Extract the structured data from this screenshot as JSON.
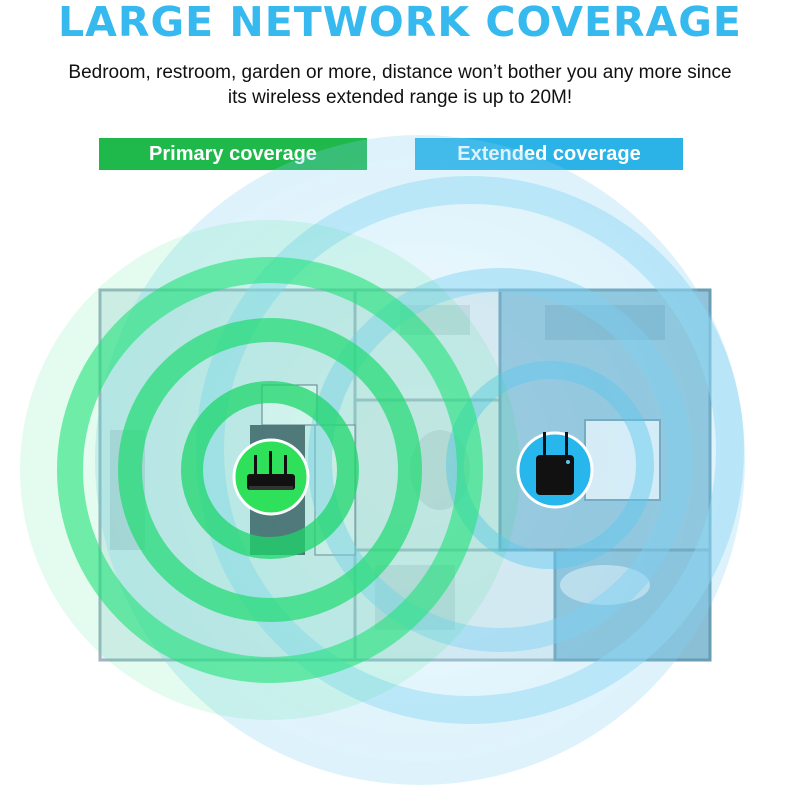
{
  "header": {
    "title": "LARGE NETWORK COVERAGE",
    "subtitle": "Bedroom, restroom, garden or more, distance won’t bother you any more since its wireless extended range is up to 20M!"
  },
  "legend": {
    "primary_label": "Primary coverage",
    "extended_label": "Extended coverage"
  },
  "colors": {
    "title": "#35b9ee",
    "primary": "#1fb84b",
    "extended": "#2bb3e8",
    "floor_light": "#dcecf2",
    "floor_blue": "#8fc3da"
  },
  "devices": {
    "router_icon": "router-icon",
    "extender_icon": "extender-icon"
  }
}
